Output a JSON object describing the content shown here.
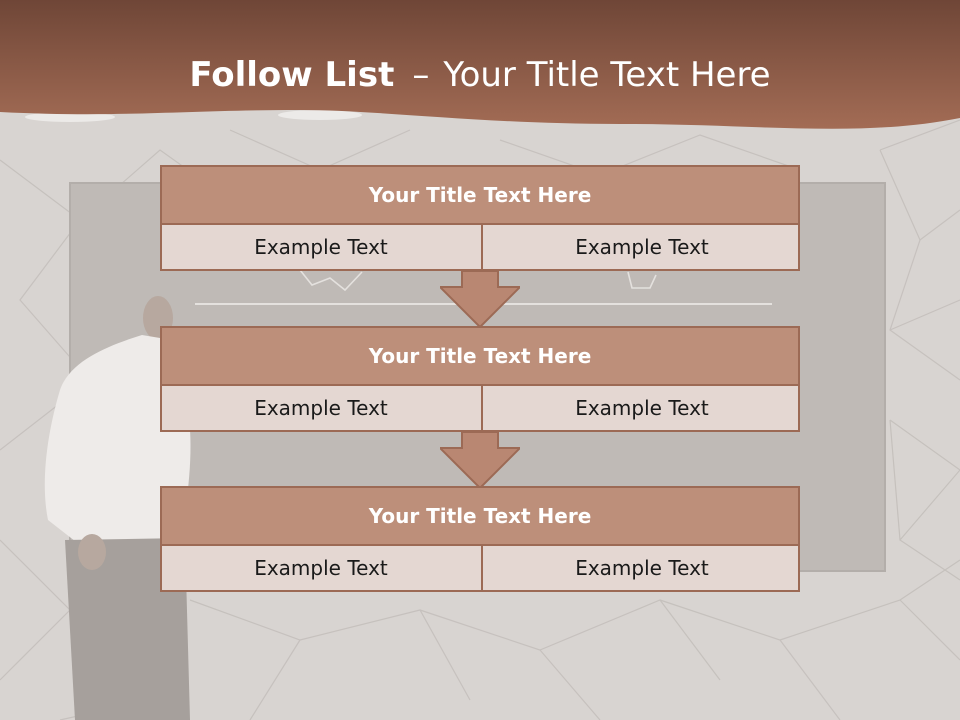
{
  "slide": {
    "title_bold": "Follow List",
    "title_separator": "–",
    "title_rest": "Your Title Text Here"
  },
  "blocks": [
    {
      "title": "Your Title Text Here",
      "cells": [
        "Example Text",
        "Example Text"
      ]
    },
    {
      "title": "Your Title Text Here",
      "cells": [
        "Example Text",
        "Example Text"
      ]
    },
    {
      "title": "Your Title Text Here",
      "cells": [
        "Example Text",
        "Example Text"
      ]
    }
  ],
  "colors": {
    "header_band": "#8f5a44",
    "block_header": "#bd8f7a",
    "block_body": "#e4d7d2",
    "border": "#9c6a55",
    "arrow": "#b98772"
  }
}
